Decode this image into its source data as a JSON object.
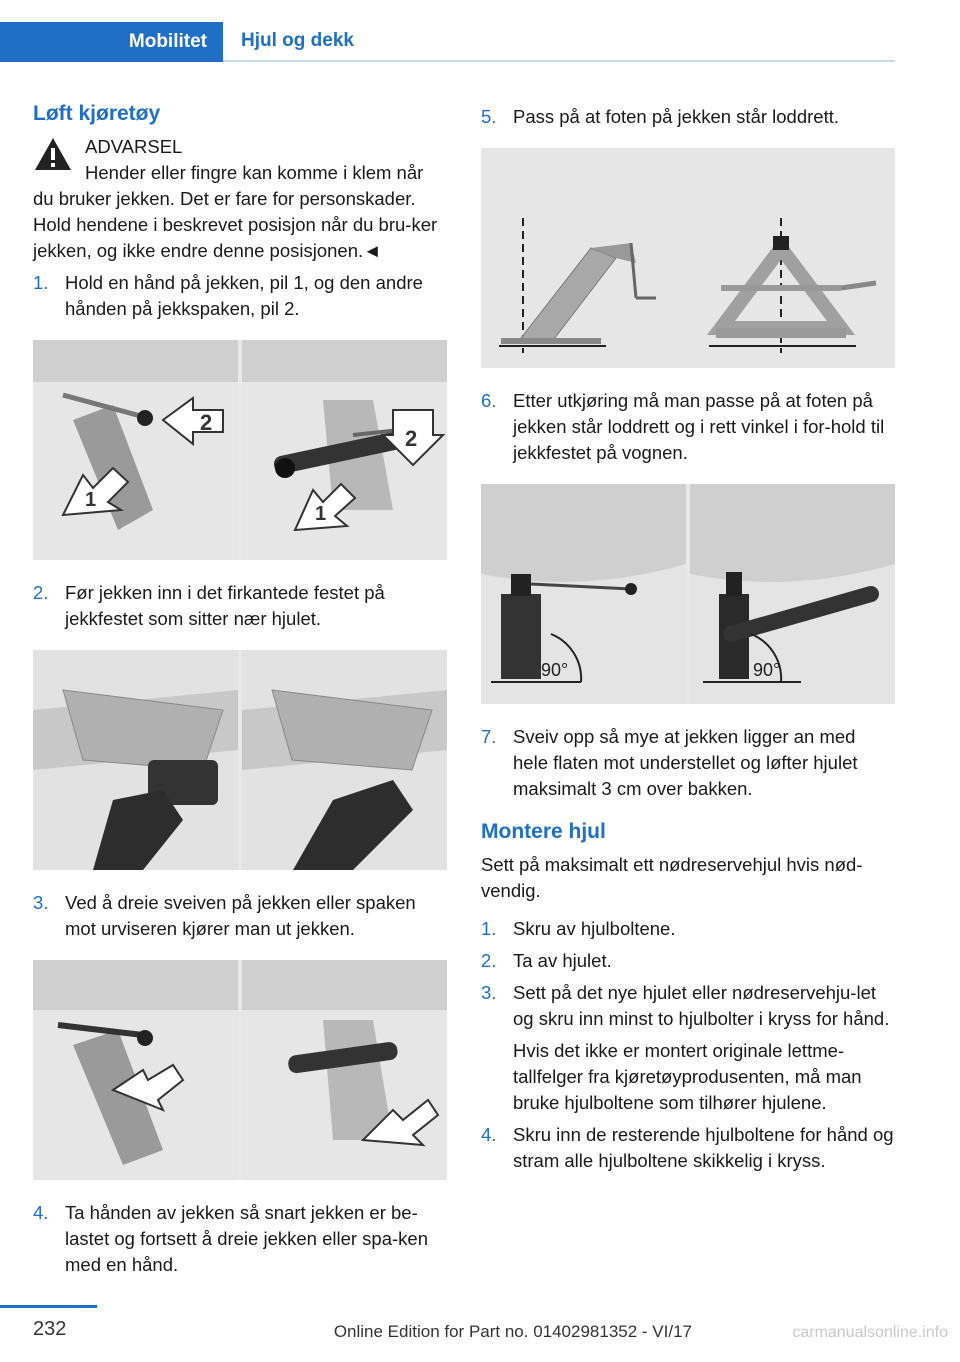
{
  "header": {
    "section": "Mobilitet",
    "chapter": "Hjul og dekk"
  },
  "left": {
    "heading": "Løft kjøretøy",
    "warning": {
      "label": "ADVARSEL",
      "line1": "Hender eller fingre kan komme i klem når",
      "rest": "du bruker jekken. Det er fare for personskader. Hold hendene i beskrevet posisjon når du bru-ker jekken, og ikke endre denne posisjonen.◄"
    },
    "steps": [
      {
        "num": "1.",
        "text": "Hold en hånd på jekken, pil 1, og den andre hånden på jekkspaken, pil 2."
      },
      {
        "num": "2.",
        "text": "Før jekken inn i det firkantede festet på jekkfestet som sitter nær hjulet."
      },
      {
        "num": "3.",
        "text": "Ved å dreie sveiven på jekken eller spaken mot urviseren kjører man ut jekken."
      },
      {
        "num": "4.",
        "text": "Ta hånden av jekken så snart jekken er be-lastet og fortsett å dreie jekken eller spa-ken med en hånd."
      }
    ],
    "fig1_labels": [
      "1",
      "2",
      "1",
      "2"
    ]
  },
  "right": {
    "steps": [
      {
        "num": "5.",
        "text": "Pass på at foten på jekken står loddrett."
      },
      {
        "num": "6.",
        "text": "Etter utkjøring må man passe på at foten på jekken står loddrett og i rett vinkel i for-hold til jekkfestet på vognen."
      },
      {
        "num": "7.",
        "text": "Sveiv opp så mye at jekken ligger an med hele flaten mot understellet og løfter hjulet maksimalt 3 cm over bakken."
      }
    ],
    "angle_labels": [
      "90°",
      "90°"
    ],
    "heading2": "Montere hjul",
    "intro": "Sett på maksimalt ett nødreservehjul hvis nød-vendig.",
    "mount_steps": [
      {
        "num": "1.",
        "text": "Skru av hjulboltene."
      },
      {
        "num": "2.",
        "text": "Ta av hjulet."
      },
      {
        "num": "3.",
        "text": "Sett på det nye hjulet eller nødreservehju-let og skru inn minst to hjulbolter i kryss for hånd.",
        "sub": "Hvis det ikke er montert originale lettme-tallfelger fra kjøretøyprodusenten, må man bruke hjulboltene som tilhører hjulene."
      },
      {
        "num": "4.",
        "text": "Skru inn de resterende hjulboltene for hånd og stram alle hjulboltene skikkelig i kryss."
      }
    ]
  },
  "footer": {
    "page": "232",
    "edition": "Online Edition for Part no. 01402981352 - VI/17",
    "watermark": "carmanualsonline.info"
  }
}
